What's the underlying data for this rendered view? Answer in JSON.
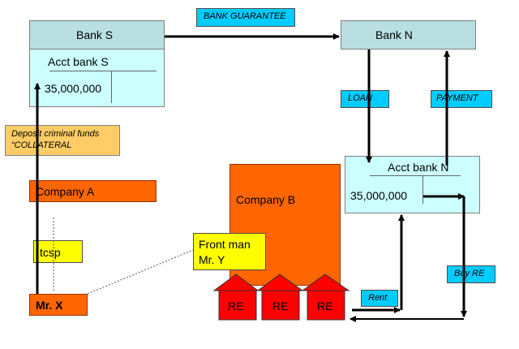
{
  "colors": {
    "bank_header": "#b9dfe3",
    "account_body": "#ccffff",
    "tag": "#00ccff",
    "deposit_note": "#ffcc66",
    "company": "#ff6600",
    "yellow_note": "#ffff00",
    "real_estate": "#ff0000"
  },
  "bank_s": {
    "title": "Bank S",
    "account_title": "Acct bank S",
    "debit_value": "35,000,000"
  },
  "bank_n": {
    "title": "Bank N"
  },
  "account_n": {
    "title": "Acct bank N",
    "debit_value": "35,000,000"
  },
  "tags": {
    "bank_guarantee": "BANK GUARANTEE",
    "loan": "LOAN",
    "payment": "PAYMENT",
    "rent": "Rent",
    "buy_re": "Buy RE"
  },
  "deposit_note": {
    "line1": "Deposit criminal funds",
    "line2": "“COLLATERAL"
  },
  "company_a": "Company A",
  "company_b": "Company B",
  "tcsp": "tcsp",
  "mr_x": "Mr. X",
  "front_man": {
    "line1": "Front man",
    "line2": "Mr. Y"
  },
  "real_estate": [
    {
      "label": "RE"
    },
    {
      "label": "RE"
    },
    {
      "label": "RE"
    }
  ]
}
